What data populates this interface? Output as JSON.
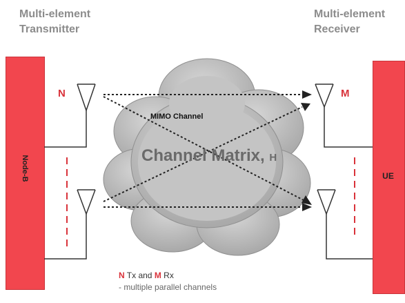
{
  "transmitter": {
    "title_line1": "Multi-element",
    "title_line2": "Transmitter",
    "block_label": "Node-B",
    "count_letter": "N"
  },
  "receiver": {
    "title_line1": "Multi-element",
    "title_line2": "Receiver",
    "block_label": "UE",
    "count_letter": "M"
  },
  "cloud": {
    "channel_label": "MIMO Channel",
    "matrix_label": "Channel Matrix,",
    "matrix_symbol": "H"
  },
  "legend": {
    "n_letter": "N",
    "tx_text": " Tx and ",
    "m_letter": "M",
    "rx_text": " Rx",
    "line2": "- multiple parallel channels"
  },
  "colors": {
    "block": "#f2464e",
    "accent_letters": "#d9323a",
    "cloud": "#b8b8b8",
    "headings": "#8c8c8c"
  }
}
